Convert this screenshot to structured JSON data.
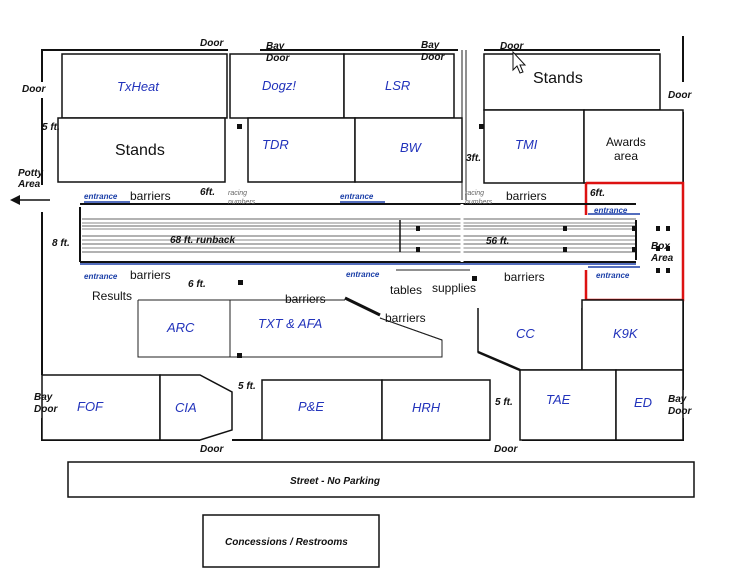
{
  "doors": {
    "door_top_left": "Door",
    "door_left": "Door",
    "door_top_right": "Door",
    "door_right": "Door",
    "door_bottom_left": "Door",
    "door_bottom_right": "Door"
  },
  "bay_doors": {
    "bay_top1": "Bay\nDoor",
    "bay_top2": "Bay\nDoor",
    "bay_left": "Bay\nDoor",
    "bay_right": "Bay\nDoor"
  },
  "teams": {
    "txheat": "TxHeat",
    "dogz": "Dogz!",
    "lsr": "LSR",
    "tdr": "TDR",
    "bw": "BW",
    "tmi": "TMI",
    "arc": "ARC",
    "txt_afa": "TXT & AFA",
    "cc": "CC",
    "k9k": "K9K",
    "fof": "FOF",
    "cia": "CIA",
    "pe": "P&E",
    "hrh": "HRH",
    "tae": "TAE",
    "ed": "ED"
  },
  "areas": {
    "stands_left": "Stands",
    "stands_right": "Stands",
    "awards": "Awards\narea",
    "potty": "Potty\nArea",
    "box_area": "Box\nArea",
    "results": "Results",
    "tables": "tables",
    "supplies": "supplies",
    "street": "Street - No Parking",
    "concessions": "Concessions / Restrooms"
  },
  "dimensions": {
    "five_ft_left": "5 ft.",
    "three_ft": "3ft.",
    "six_ft_left": "6ft.",
    "six_ft_right": "6ft.",
    "eight_ft": "8 ft.",
    "runback": "68 ft. runback",
    "fiftysix": "56 ft.",
    "six_ft_bottom": "6 ft.",
    "five_ft_bottom_left": "5 ft.",
    "five_ft_bottom_right": "5 ft."
  },
  "labels": {
    "barriers": "barriers",
    "entrance": "entrance",
    "racing_numbers": "racing\nnumbers"
  }
}
